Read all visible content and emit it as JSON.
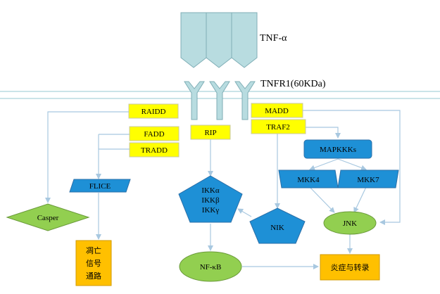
{
  "ligand_label": "TNF-α",
  "receptor_label": "TNFR1(60KDa)",
  "adaptors": {
    "raidd": "RAIDD",
    "fadd": "FADD",
    "tradd": "TRADD",
    "rip": "RIP",
    "madd": "MADD",
    "traf2": "TRAF2"
  },
  "nodes": {
    "flice": "FLICE",
    "casper": "Casper",
    "apoptosis": [
      "凋亡",
      "信号",
      "通路"
    ],
    "ikk": [
      "IKKα",
      "IKKβ",
      "IKKγ"
    ],
    "nik": "NIK",
    "nfkb": "NF-κB",
    "mapkkks": "MAPKKKs",
    "mkk4": "MKK4",
    "mkk7": "MKK7",
    "jnk": "JNK",
    "inflammation": "炎症与转录"
  },
  "colors": {
    "yellow_box": "#FFFF00",
    "yellow_border": "#C8C8A0",
    "blue_node": "#1E90D6",
    "blue_border": "#2B6FA8",
    "green_node": "#92CF50",
    "green_border": "#6A9A3A",
    "orange_box": "#FFC000",
    "receptor_fill": "#B8DCE0",
    "receptor_stroke": "#7FAEB6",
    "arrow": "#A8C8E0"
  }
}
